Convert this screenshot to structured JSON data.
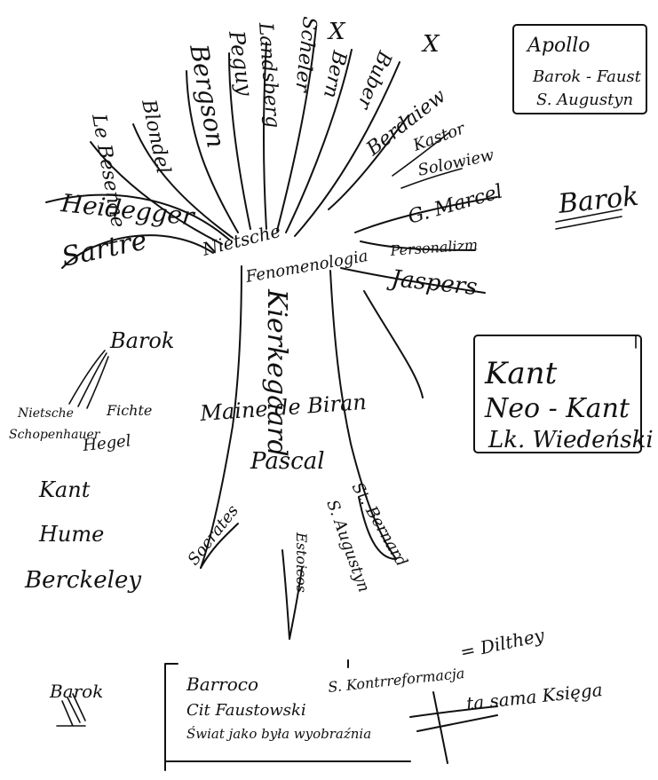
{
  "colors": {
    "ink": "#111111",
    "paper": "#ffffff"
  },
  "branches_left": {
    "heidegger": "Heidegger",
    "sartre": "Sartre",
    "nietzsche": "Nietsche",
    "le_besenne": "Le Besenne",
    "blondel": "Blondel",
    "bergson": "Bergson",
    "peguy": "Peguy",
    "landsberg": "Landsberg",
    "scheler": "Scheler",
    "bern": "Bern",
    "buber": "Buber",
    "mark_x1": "X",
    "mark_x2": "X"
  },
  "branches_right": {
    "berdaiew": "Berdaiew",
    "kastor": "Kastor",
    "solowiew": "Solowiew",
    "marcel": "G. Marcel",
    "personalism": "Personalizm",
    "jaspers": "Jaspers"
  },
  "trunk": {
    "fenomenologia": "Fenomenologia",
    "kierkegaard": "Kierkegaard",
    "maine_de_biran": "Maine de Biran",
    "pascal": "Pascal",
    "bernard": "St. Bernard",
    "augustine": "S. Augustyn",
    "estoicos": "Estoicos",
    "socrates": "Socrates"
  },
  "left_side": {
    "barok": "Barok",
    "nietzsche2": "Nietsche",
    "fichte": "Fichte",
    "schopenhauer": "Schopenhauer",
    "hegel": "Hegel",
    "kant": "Kant",
    "hume": "Hume",
    "berkeley": "Berckeley",
    "barok_bottom": "Barok"
  },
  "box_top_right": {
    "line1": "Apollo",
    "line2": "Barok - Faust",
    "line3": "S. Augustyn"
  },
  "barok_right": "Barok",
  "box_kant": {
    "line1": "Kant",
    "line2": "Neo - Kant",
    "line3": "Lk. Wiedeński"
  },
  "box_bottom": {
    "line1": "Barroco",
    "line2": "Cit Faustowski",
    "line3": "Świat jako była wyobraźnia"
  },
  "bottom_right": {
    "kontrrevix": "S. Kontrreformacja",
    "dilthey": "= Dilthey",
    "same_book": "ta sama Księga"
  }
}
